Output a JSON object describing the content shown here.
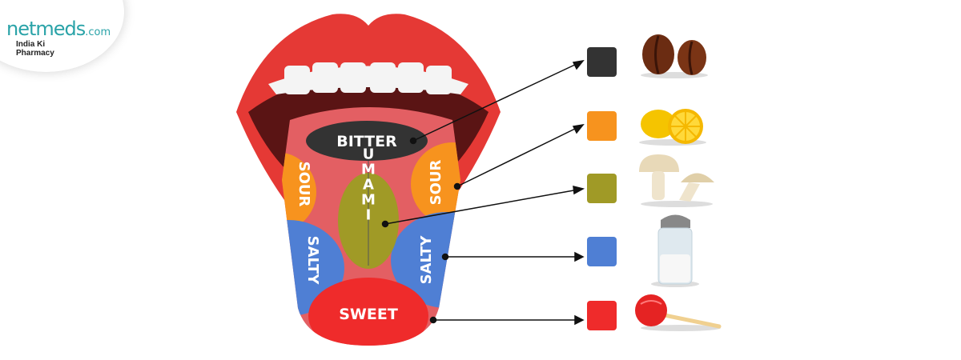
{
  "brand": {
    "name": "netmeds",
    "suffix": ".com",
    "tagline": "India Ki Pharmacy",
    "color": "#2aa3a8",
    "plus_color": "#84c341"
  },
  "tastes": [
    {
      "label": "BITTER",
      "color": "#333333",
      "food_icon": "coffee-beans-icon"
    },
    {
      "label": "SOUR",
      "color": "#f7931e",
      "food_icon": "lemon-icon"
    },
    {
      "label": "UMAMI",
      "color": "#a09a26",
      "food_icon": "mushroom-icon"
    },
    {
      "label": "SALTY",
      "color": "#4f7fd4",
      "food_icon": "salt-shaker-icon"
    },
    {
      "label": "SWEET",
      "color": "#ef2b2b",
      "food_icon": "lollipop-icon"
    }
  ]
}
